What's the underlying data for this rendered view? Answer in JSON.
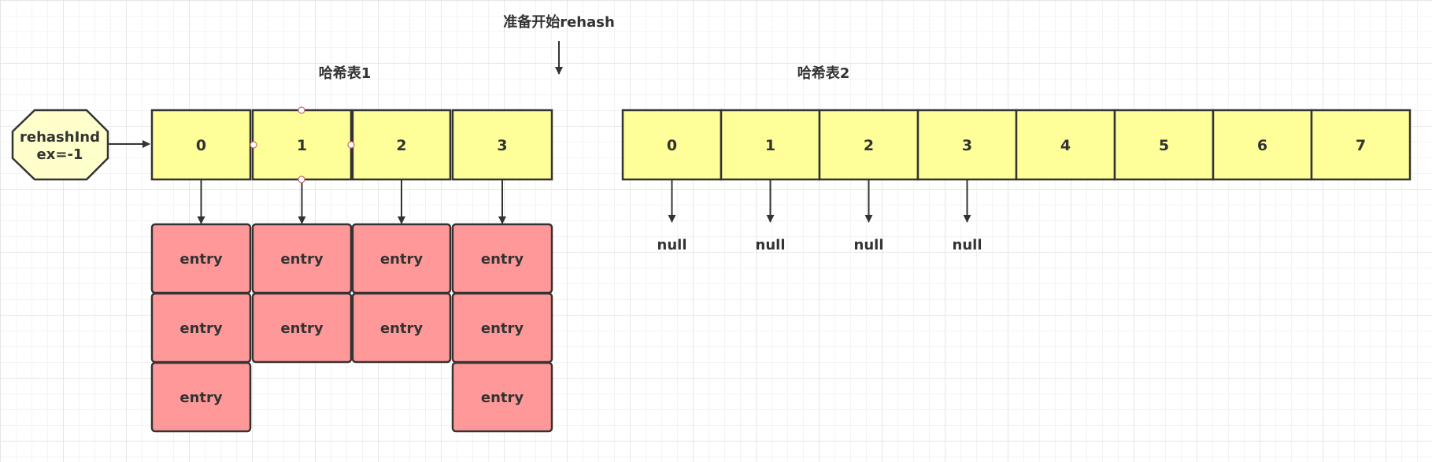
{
  "rehash_label": "准备开始rehash",
  "rehash_index": {
    "line1": "rehashInd",
    "line2": "ex=-1"
  },
  "table1": {
    "title": "哈希表1",
    "buckets": [
      "0",
      "1",
      "2",
      "3"
    ],
    "entries": [
      [
        "entry",
        "entry",
        "entry"
      ],
      [
        "entry",
        "entry"
      ],
      [
        "entry",
        "entry"
      ],
      [
        "entry",
        "entry",
        "entry"
      ]
    ]
  },
  "table2": {
    "title": "哈希表2",
    "buckets": [
      "0",
      "1",
      "2",
      "3",
      "4",
      "5",
      "6",
      "7"
    ],
    "nulls": [
      "null",
      "null",
      "null",
      "null"
    ]
  },
  "colors": {
    "bucket_fill": "#ffff99",
    "entry_fill": "#ff9999",
    "octagon_fill": "#ffffcc",
    "stroke": "#333333"
  }
}
